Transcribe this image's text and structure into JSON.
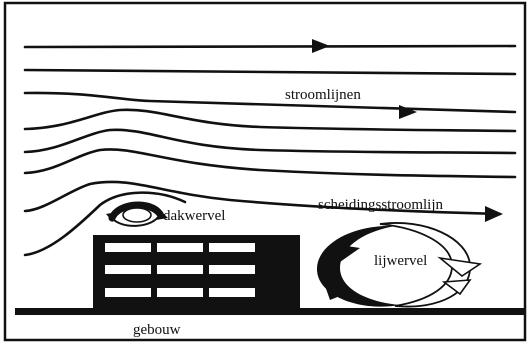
{
  "labels": {
    "streamlines": "stroomlijnen",
    "roof_vortex": "dakwervel",
    "separation_streamline": "scheidingsstroomlijn",
    "lee_vortex": "lijwervel",
    "building": "gebouw"
  },
  "colors": {
    "ink": "#111111",
    "background": "#ffffff"
  },
  "icons": {
    "streamline_arrowhead": "arrowhead-icon",
    "roof_vortex_symbol": "recirculation-icon",
    "lee_vortex_symbol": "recirculation-icon"
  }
}
